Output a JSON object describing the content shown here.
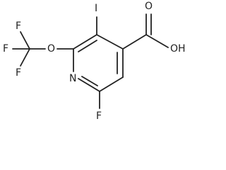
{
  "molecule": {
    "atoms": {
      "f_top": "F",
      "f_left": "F",
      "f_bottom": "F",
      "oxygen_ether": "O",
      "nitrogen_ring": "N",
      "iodine": "I",
      "carbonyl_oxygen": "O",
      "hydroxyl": "OH",
      "fluorine_ring": "F"
    }
  }
}
